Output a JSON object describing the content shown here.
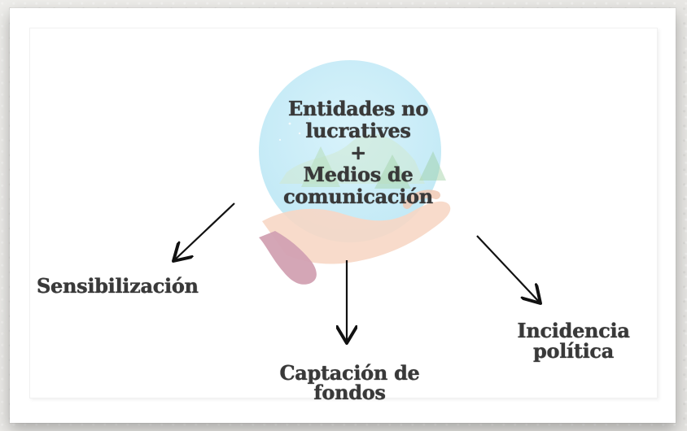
{
  "center": {
    "line1": "Entidades no",
    "line2": "lucratives",
    "line3": "+",
    "line4": "Medios de",
    "line5": "comunicación"
  },
  "branches": {
    "left": "Sensibilización",
    "middle_line1": "Captación de",
    "middle_line2": "fondos",
    "right_line1": "Incidencia",
    "right_line2": "política"
  },
  "colors": {
    "text": "#393939",
    "arrow": "#111111",
    "globe": "#bfe8f5",
    "hand": "#f8d7c4",
    "sleeve": "#d2a1b2"
  },
  "icons": {
    "illustration": "hand-holding-globe-icon",
    "arrows": "arrow-icon"
  }
}
